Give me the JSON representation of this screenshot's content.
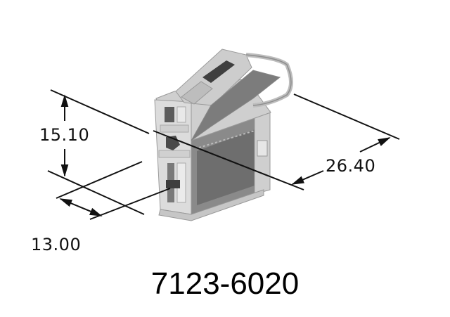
{
  "diagram": {
    "subject": "connector-housing",
    "part_number": "7123-6020",
    "dimensions": {
      "height": "15.10",
      "length": "26.40",
      "width": "13.00"
    },
    "colors": {
      "line": "#111111",
      "body_light": "#d6d6d6",
      "body_mid": "#a8a8a8",
      "body_dark": "#6e6e6e",
      "background": "#ffffff"
    }
  }
}
